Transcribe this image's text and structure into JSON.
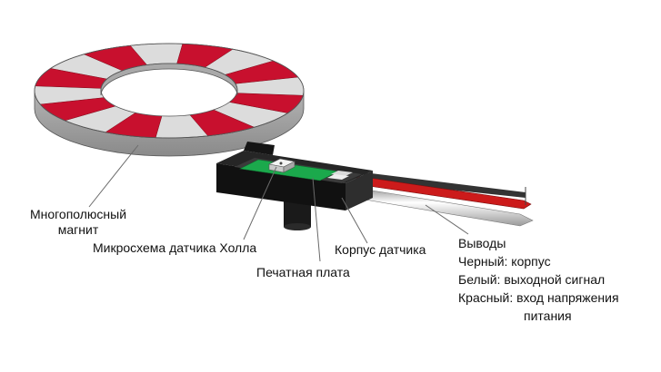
{
  "labels": {
    "magnet_line1": "Многополюсный",
    "magnet_line2": "магнит",
    "hall_chip": "Микросхема датчика Холла",
    "pcb": "Печатная плата",
    "sensor_body": "Корпус датчика",
    "leads_title": "Выводы",
    "lead_black": "Черный: корпус",
    "lead_white": "Белый: выходной сигнал",
    "lead_red_line1": "Красный: вход напряжения",
    "lead_red_line2": "питания"
  },
  "colors": {
    "magnet_red": "#c8102e",
    "magnet_light": "#dcdcdc",
    "magnet_side": "#999999",
    "sensor_body": "#1c1c1c",
    "pcb_green": "#1ba94c",
    "wire_red": "#cc1b1b",
    "wire_white": "#f2f2f2"
  },
  "magnet": {
    "poles": 16
  }
}
